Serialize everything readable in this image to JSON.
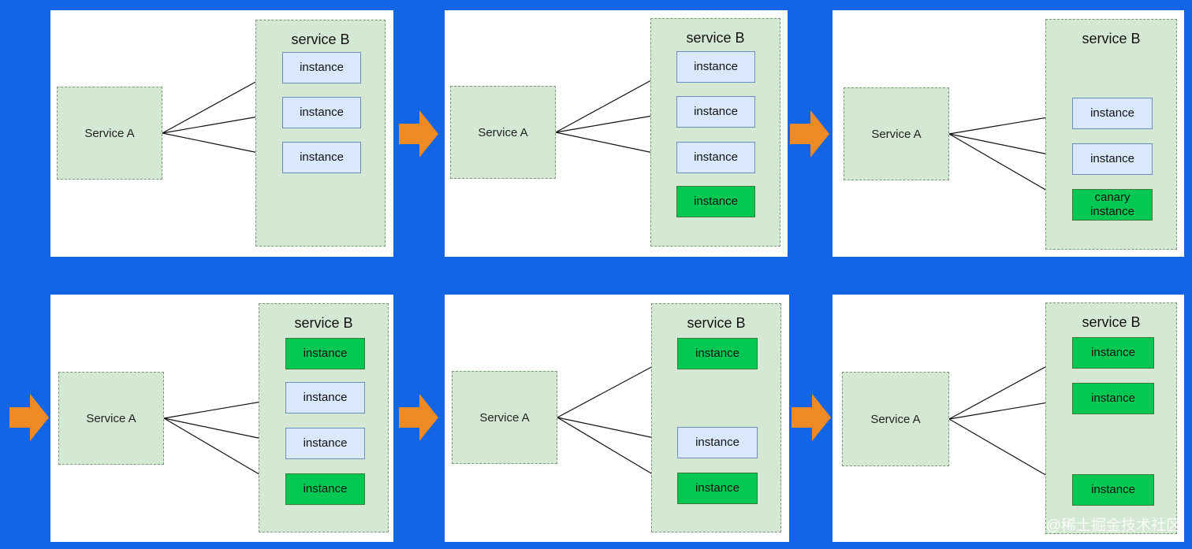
{
  "panels": [
    {
      "service_a": "Service A",
      "service_b": "service B",
      "instances": [
        {
          "label": "instance",
          "kind": "old",
          "routed": true
        },
        {
          "label": "instance",
          "kind": "old",
          "routed": true
        },
        {
          "label": "instance",
          "kind": "old",
          "routed": true
        }
      ]
    },
    {
      "service_a": "Service A",
      "service_b": "service B",
      "instances": [
        {
          "label": "instance",
          "kind": "old",
          "routed": true
        },
        {
          "label": "instance",
          "kind": "old",
          "routed": true
        },
        {
          "label": "instance",
          "kind": "old",
          "routed": true
        },
        {
          "label": "instance",
          "kind": "new",
          "routed": false
        }
      ]
    },
    {
      "service_a": "Service A",
      "service_b": "service B",
      "instances": [
        {
          "label": "instance",
          "kind": "old",
          "routed": true
        },
        {
          "label": "instance",
          "kind": "old",
          "routed": true
        },
        {
          "label": "canary instance",
          "kind": "new",
          "routed": true
        }
      ]
    },
    {
      "service_a": "Service A",
      "service_b": "service B",
      "instances": [
        {
          "label": "instance",
          "kind": "new",
          "routed": false
        },
        {
          "label": "instance",
          "kind": "old",
          "routed": true
        },
        {
          "label": "instance",
          "kind": "old",
          "routed": true
        },
        {
          "label": "instance",
          "kind": "new",
          "routed": true
        }
      ]
    },
    {
      "service_a": "Service A",
      "service_b": "service B",
      "instances": [
        {
          "label": "instance",
          "kind": "new",
          "routed": true
        },
        {
          "label": "instance",
          "kind": "old",
          "routed": true
        },
        {
          "label": "instance",
          "kind": "new",
          "routed": true
        }
      ]
    },
    {
      "service_a": "Service A",
      "service_b": "service B",
      "instances": [
        {
          "label": "instance",
          "kind": "new",
          "routed": true
        },
        {
          "label": "instance",
          "kind": "new",
          "routed": true
        },
        {
          "label": "instance",
          "kind": "new",
          "routed": true
        }
      ]
    }
  ],
  "colors": {
    "background": "#1266e6",
    "service_fill": "#d5e8d4",
    "old_instance": "#dae8fc",
    "new_instance": "#00c853",
    "arrow": "#f08a24"
  },
  "watermark": "@稀土掘金技术社区"
}
